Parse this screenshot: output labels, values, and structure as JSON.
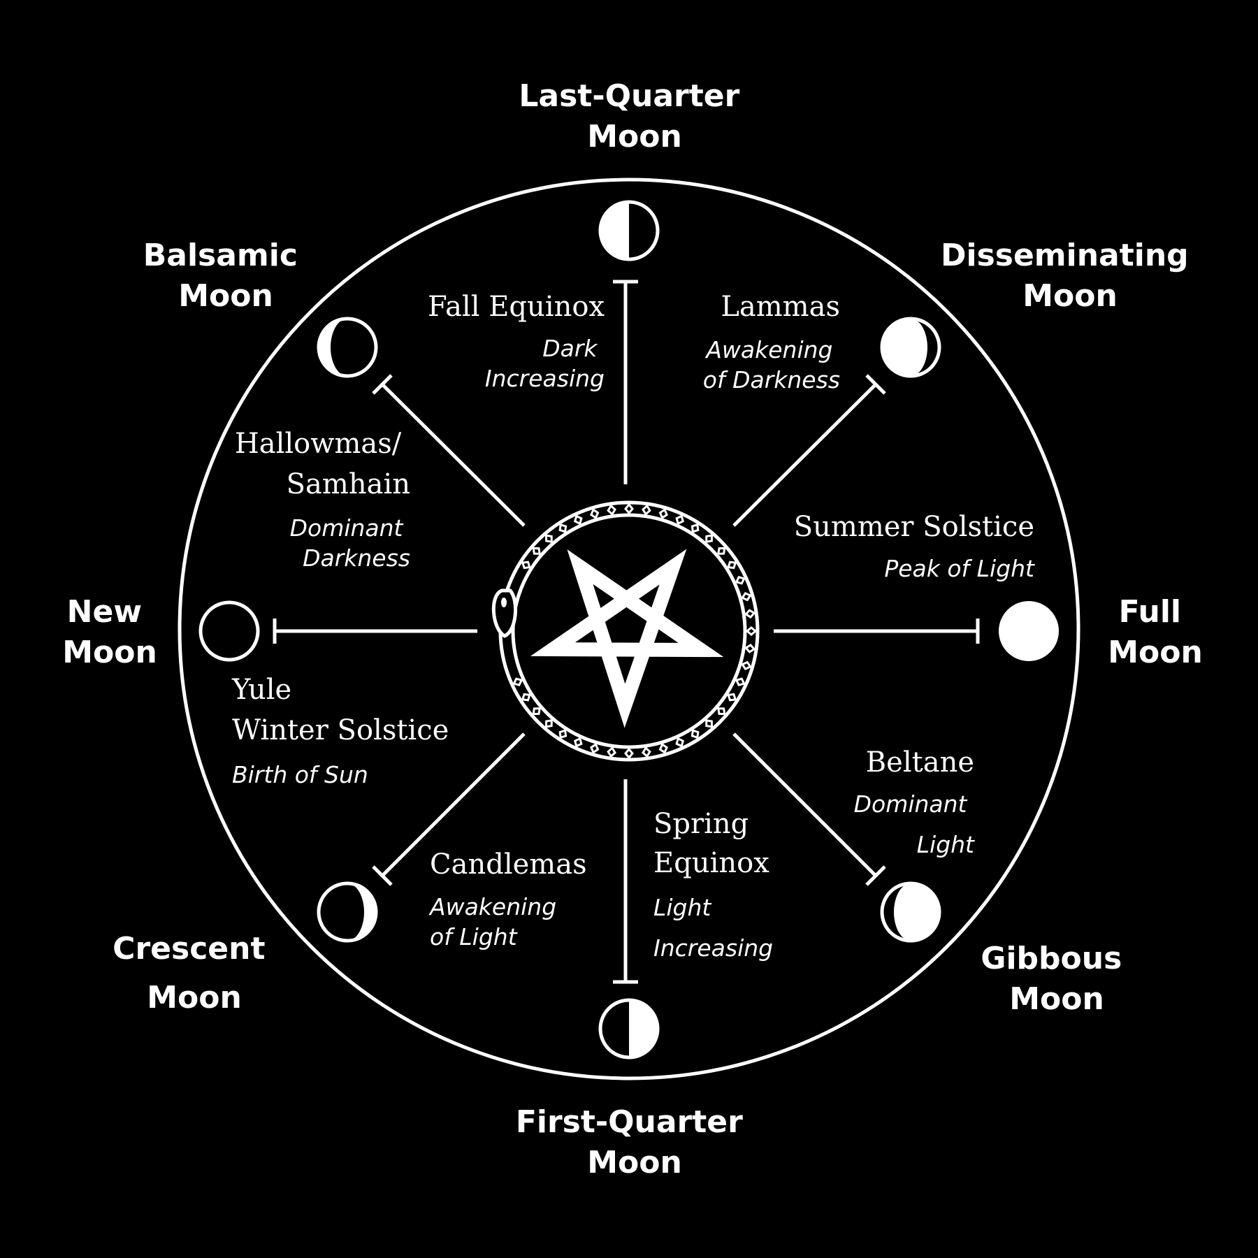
{
  "colors": {
    "background": "#000000",
    "foreground": "#ffffff"
  },
  "phases": {
    "last_quarter": {
      "name": [
        "Last-Quarter",
        "Moon"
      ],
      "icon": "last-quarter-moon-icon"
    },
    "disseminating": {
      "name": [
        "Disseminating",
        "Moon"
      ],
      "icon": "disseminating-moon-icon"
    },
    "full": {
      "name": [
        "Full",
        "Moon"
      ],
      "icon": "full-moon-icon"
    },
    "gibbous": {
      "name": [
        "Gibbous",
        "Moon"
      ],
      "icon": "gibbous-moon-icon"
    },
    "first_quarter": {
      "name": [
        "First-Quarter",
        "Moon"
      ],
      "icon": "first-quarter-moon-icon"
    },
    "crescent": {
      "name": [
        "Crescent",
        "Moon"
      ],
      "icon": "crescent-moon-icon"
    },
    "new": {
      "name": [
        "New",
        "Moon"
      ],
      "icon": "new-moon-icon"
    },
    "balsamic": {
      "name": [
        "Balsamic",
        "Moon"
      ],
      "icon": "balsamic-moon-icon"
    }
  },
  "festivals": {
    "fall_equinox": {
      "name": [
        "Fall Equinox"
      ],
      "desc": [
        "Dark",
        "Increasing"
      ]
    },
    "lammas": {
      "name": [
        "Lammas"
      ],
      "desc": [
        "Awakening",
        "of Darkness"
      ]
    },
    "summer_solstice": {
      "name": [
        "Summer Solstice"
      ],
      "desc": [
        "Peak of Light"
      ]
    },
    "beltane": {
      "name": [
        "Beltane"
      ],
      "desc": [
        "Dominant",
        "Light"
      ]
    },
    "spring_equinox": {
      "name": [
        "Spring",
        "Equinox"
      ],
      "desc": [
        "Light",
        "Increasing"
      ]
    },
    "candlemas": {
      "name": [
        "Candlemas"
      ],
      "desc": [
        "Awakening",
        "of Light"
      ]
    },
    "yule": {
      "name": [
        "Yule",
        "Winter Solstice"
      ],
      "desc": [
        "Birth of Sun"
      ]
    },
    "hallowmas": {
      "name": [
        "Hallowmas/",
        "Samhain"
      ],
      "desc": [
        "Dominant",
        "Darkness"
      ]
    }
  },
  "center": {
    "icons": [
      "pentagram-icon",
      "ouroboros-icon"
    ]
  }
}
